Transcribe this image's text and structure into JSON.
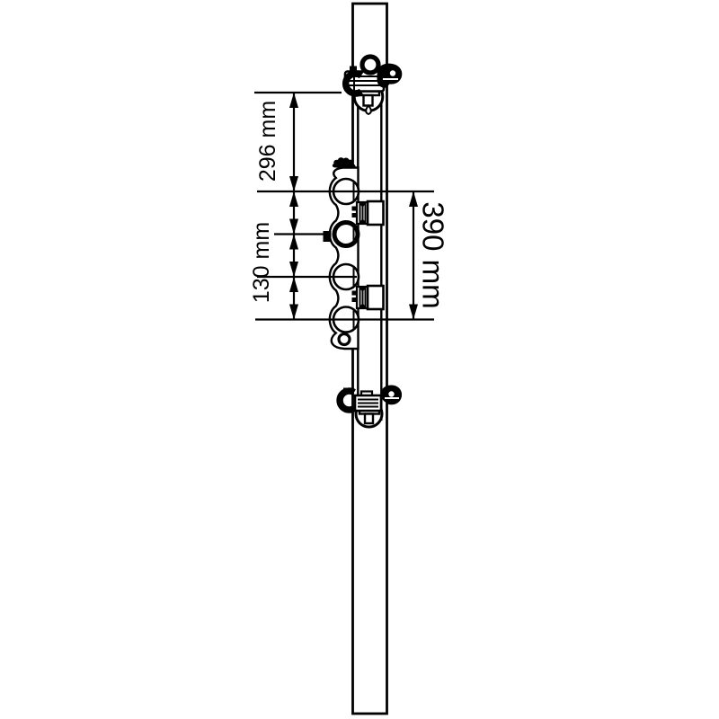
{
  "canvas": {
    "background": "#ffffff",
    "line_color": "#000000"
  },
  "dimensions": {
    "vertical_296": {
      "label": "296 mm",
      "value": 296,
      "unit": "mm"
    },
    "vertical_130": {
      "label": "130 mm",
      "value": 130,
      "unit": "mm"
    },
    "vertical_390": {
      "label": "390 mm",
      "value": 390,
      "unit": "mm"
    }
  }
}
